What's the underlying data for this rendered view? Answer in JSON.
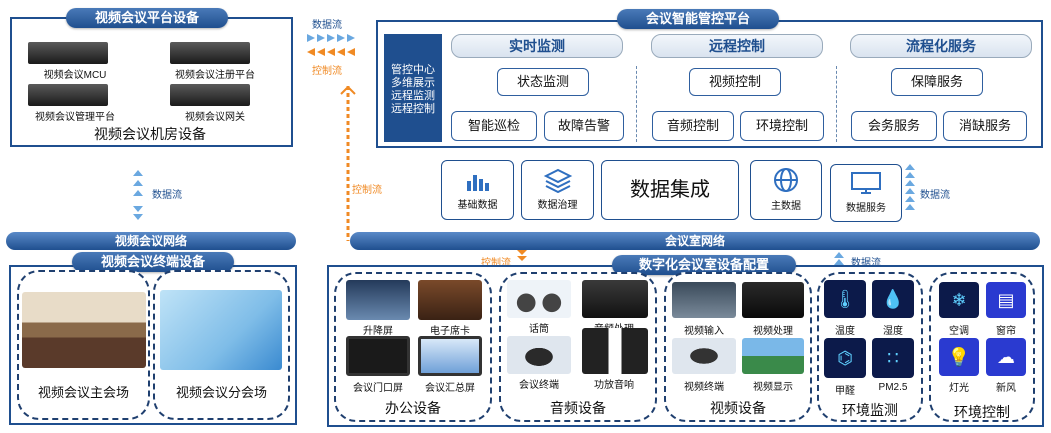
{
  "left_top": {
    "title": "视频会议平台设备",
    "items": [
      "视频会议MCU",
      "视频会议注册平台",
      "视频会议管理平台",
      "视频会议网关"
    ],
    "footer": "视频会议机房设备"
  },
  "flows": {
    "data_flow": "数据流",
    "control_flow": "控制流"
  },
  "platform": {
    "title": "会议智能管控平台",
    "side_text": [
      "管控中心",
      "多维展示",
      "远程监测",
      "远程控制"
    ],
    "sections": [
      {
        "title": "实时监测",
        "items": [
          "状态监测",
          "智能巡检",
          "故障告警"
        ]
      },
      {
        "title": "远程控制",
        "items": [
          "视频控制",
          "音频控制",
          "环境控制"
        ]
      },
      {
        "title": "流程化服务",
        "items": [
          "保障服务",
          "会务服务",
          "消缺服务"
        ]
      }
    ]
  },
  "data_row": {
    "items": [
      "基础数据",
      "数据治理",
      "数据集成",
      "主数据",
      "数据服务"
    ]
  },
  "networks": {
    "video_net": "视频会议网络",
    "room_net": "会议室网络"
  },
  "terminal": {
    "title": "视频会议终端设备",
    "venues": [
      "视频会议主会场",
      "视频会议分会场"
    ]
  },
  "config": {
    "title": "数字化会议室设备配置",
    "groups": [
      {
        "title": "办公设备",
        "items": [
          "升降屏",
          "电子席卡",
          "会议门口屏",
          "会议汇总屏"
        ]
      },
      {
        "title": "音频设备",
        "items": [
          "话筒",
          "音频处理",
          "会议终端",
          "功放音响"
        ]
      },
      {
        "title": "视频设备",
        "items": [
          "视频输入",
          "视频处理",
          "视频终端",
          "视频显示"
        ]
      },
      {
        "title": "环境监测",
        "items": [
          "温度",
          "湿度",
          "甲醛",
          "PM2.5"
        ]
      },
      {
        "title": "环境控制",
        "items": [
          "空调",
          "窗帘",
          "灯光",
          "新风"
        ]
      }
    ]
  },
  "colors": {
    "primary": "#1f4f8f",
    "accent": "#f08a24",
    "flow_blue": "#6aa8e0"
  }
}
